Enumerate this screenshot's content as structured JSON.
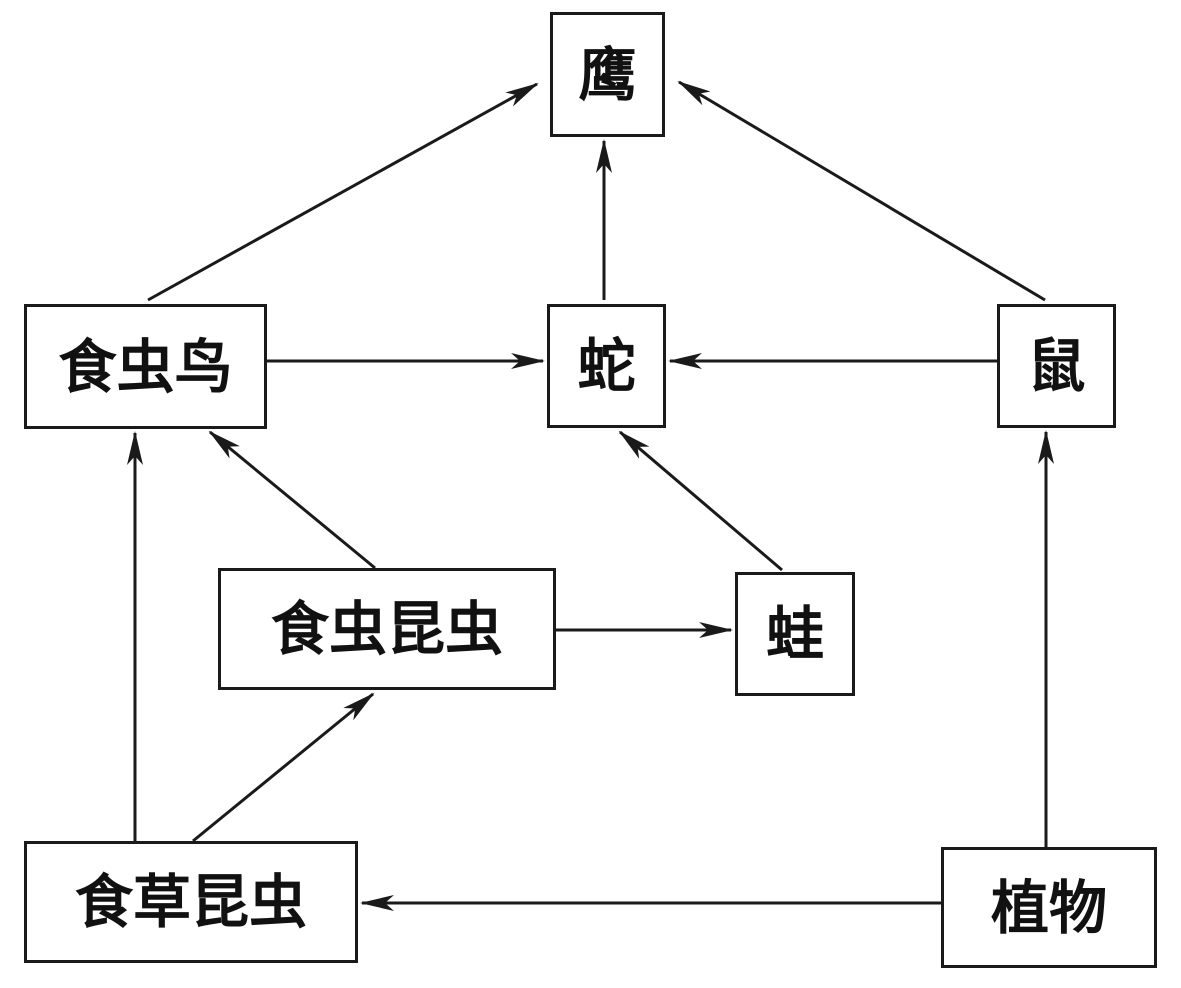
{
  "nodes": {
    "eagle": "鹰",
    "insectivorous_bird": "食虫鸟",
    "snake": "蛇",
    "mouse": "鼠",
    "insectivorous_insect": "食虫昆虫",
    "frog": "蛙",
    "herbivorous_insect": "食草昆虫",
    "plant": "植物"
  },
  "arrows": [
    {
      "from": "insectivorous_bird",
      "to": "eagle"
    },
    {
      "from": "snake",
      "to": "eagle"
    },
    {
      "from": "mouse",
      "to": "eagle"
    },
    {
      "from": "insectivorous_bird",
      "to": "snake"
    },
    {
      "from": "mouse",
      "to": "snake"
    },
    {
      "from": "frog",
      "to": "snake"
    },
    {
      "from": "herbivorous_insect",
      "to": "insectivorous_bird"
    },
    {
      "from": "insectivorous_insect",
      "to": "insectivorous_bird"
    },
    {
      "from": "insectivorous_insect",
      "to": "frog"
    },
    {
      "from": "herbivorous_insect",
      "to": "insectivorous_insect"
    },
    {
      "from": "plant",
      "to": "mouse"
    },
    {
      "from": "plant",
      "to": "herbivorous_insect"
    }
  ],
  "colors": {
    "line": "#1a1a1a",
    "text": "#111111",
    "background": "#ffffff"
  }
}
